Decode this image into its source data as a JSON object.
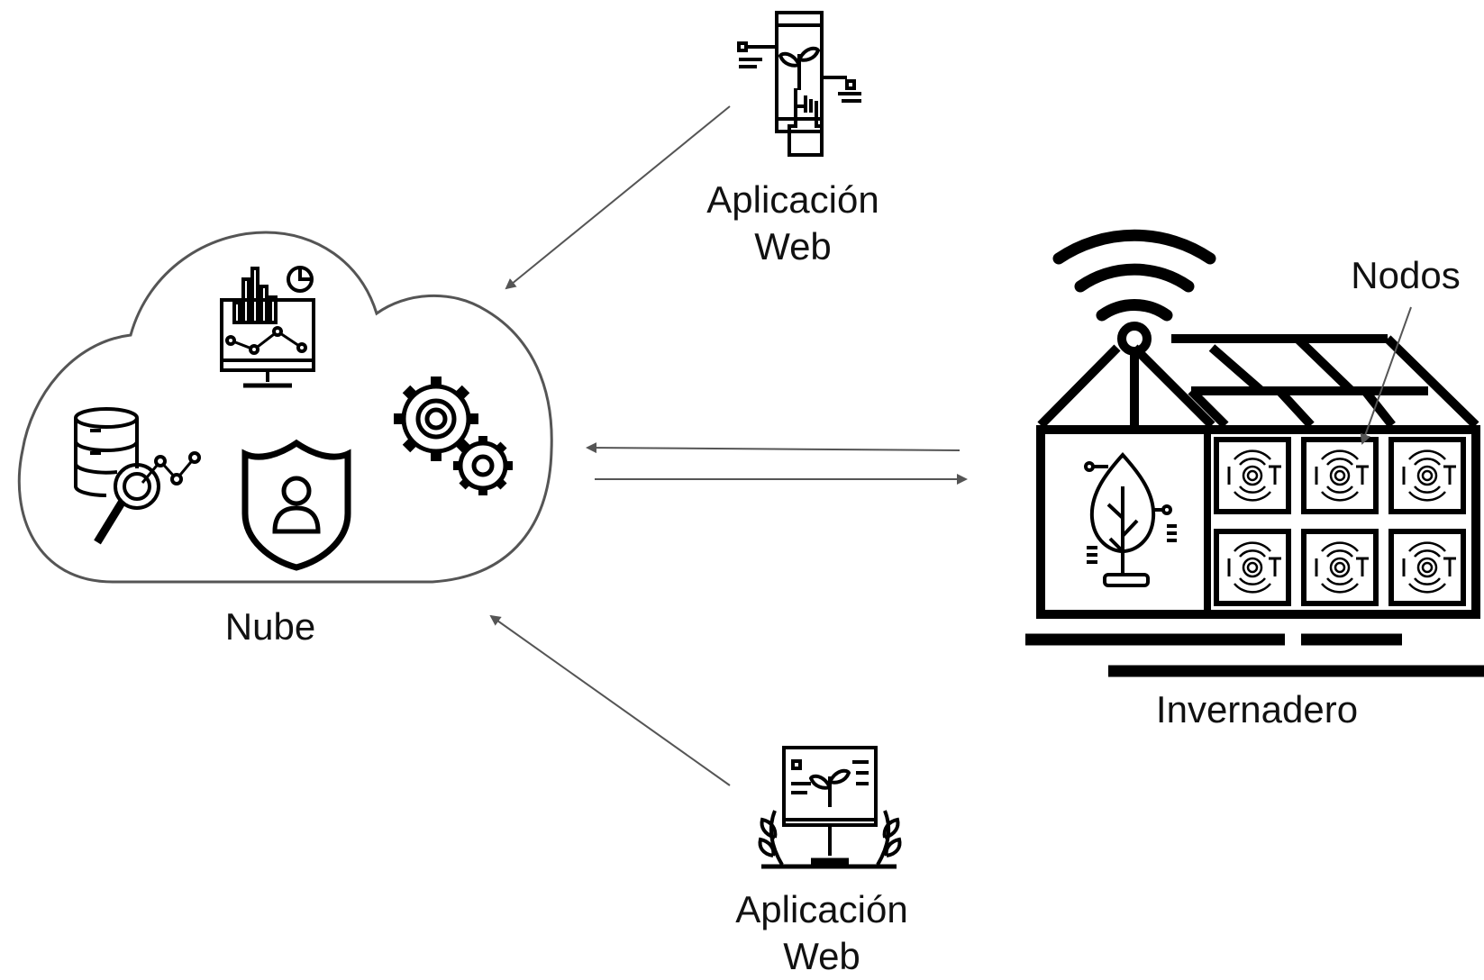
{
  "labels": {
    "web_top_line1": "Aplicación",
    "web_top_line2": "Web",
    "web_bottom_line1": "Aplicación",
    "web_bottom_line2": "Web",
    "cloud": "Nube",
    "greenhouse": "Invernadero",
    "nodes": "Nodos",
    "iot_tag": "IOT"
  },
  "colors": {
    "ink": "#000000",
    "cloud_outline": "#555555",
    "arrow": "#555555",
    "background": "#ffffff"
  },
  "icons": {
    "phone_app": "smartphone-plant-touch-icon",
    "desktop_app": "monitor-plant-icon",
    "analytics": "analytics-monitor-icon",
    "database": "database-search-icon",
    "security": "shield-user-icon",
    "settings": "gears-icon",
    "greenhouse": "greenhouse-icon",
    "wifi": "wifi-antenna-icon",
    "plant": "plant-leaf-circuit-icon",
    "iot_node": "iot-node-icon"
  }
}
